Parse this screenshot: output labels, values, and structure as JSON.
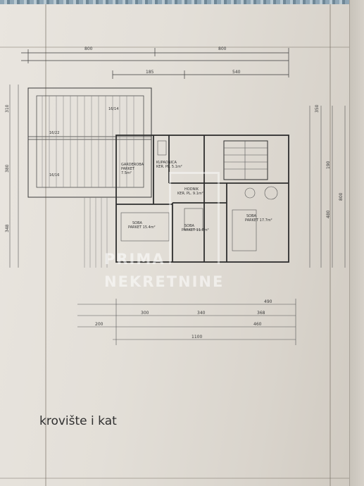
{
  "caption": "krovište i kat",
  "watermark": {
    "line1": "PRIMA",
    "line2": "NEKRETNINE"
  },
  "rooms": {
    "garderoba": "GARDEROBA",
    "garderoba_floor": "PARKET",
    "garderoba_area": "7.5m²",
    "kupaonica": "KUPAONICA",
    "kupaonica_area": "KER. PL. 5.1m²",
    "hodnik": "HODNIK",
    "hodnik_area": "KER. PL. 9.1m²",
    "soba1": "SOBA",
    "soba1_area": "PARKET 15.4m²",
    "soba2": "SOBA",
    "soba2_area": "PARKET 11.8m²",
    "soba3": "SOBA",
    "soba3_area": "PARKET 17.7m²",
    "slope1": "16/14",
    "slope2": "16/22",
    "slope3": "16/16"
  },
  "dims_top": {
    "total_a": "800",
    "total_b": "800",
    "sub_a": "185",
    "sub_b": "540"
  },
  "dims_bottom": {
    "a": "300",
    "b": "340",
    "c": "490",
    "d": "368",
    "e": "200",
    "f": "460",
    "total": "1100"
  },
  "dims_right": {
    "a": "350",
    "b": "190",
    "c": "800",
    "d": "480"
  },
  "dims_left": {
    "a": "310",
    "b": "380",
    "c": "348"
  }
}
